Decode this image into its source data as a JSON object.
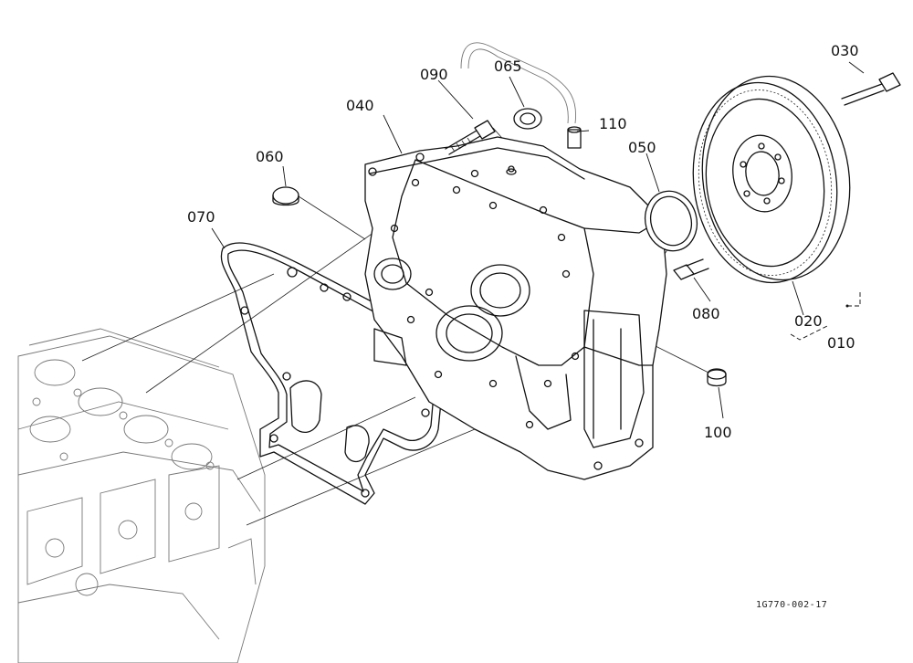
{
  "callouts": {
    "c010": "010",
    "c020": "020",
    "c030": "030",
    "c040": "040",
    "c050": "050",
    "c060": "060",
    "c065": "065",
    "c070": "070",
    "c080": "080",
    "c090": "090",
    "c100": "100",
    "c110": "110"
  },
  "reference_code": "1G770-002-17"
}
